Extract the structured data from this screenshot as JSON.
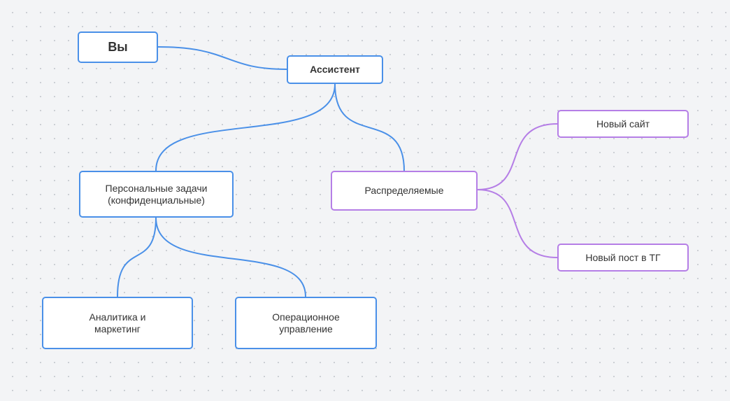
{
  "diagram": {
    "type": "mind-map",
    "colors": {
      "blue_branch": "#4a90e8",
      "purple_branch": "#b57ee6",
      "background": "#f3f4f6",
      "grid_dot": "#c9ccd2"
    },
    "nodes": [
      {
        "id": "you",
        "label": "Вы",
        "branch": "blue"
      },
      {
        "id": "assistant",
        "label": "Ассистент",
        "branch": "blue"
      },
      {
        "id": "personal",
        "label": "Персональные задачи\n(конфиденциальные)",
        "branch": "blue"
      },
      {
        "id": "distrib",
        "label": "Распределяемые",
        "branch": "purple"
      },
      {
        "id": "site",
        "label": "Новый сайт",
        "branch": "purple"
      },
      {
        "id": "post",
        "label": "Новый пост в ТГ",
        "branch": "purple"
      },
      {
        "id": "analytics",
        "label": "Аналитика и\nмаркетинг",
        "branch": "blue"
      },
      {
        "id": "ops",
        "label": "Операционное\nуправление",
        "branch": "blue"
      }
    ],
    "edges": [
      {
        "from": "you",
        "to": "assistant",
        "branch": "blue"
      },
      {
        "from": "assistant",
        "to": "personal",
        "branch": "blue"
      },
      {
        "from": "assistant",
        "to": "distrib",
        "branch": "blue"
      },
      {
        "from": "personal",
        "to": "analytics",
        "branch": "blue"
      },
      {
        "from": "personal",
        "to": "ops",
        "branch": "blue"
      },
      {
        "from": "distrib",
        "to": "site",
        "branch": "purple"
      },
      {
        "from": "distrib",
        "to": "post",
        "branch": "purple"
      }
    ]
  }
}
